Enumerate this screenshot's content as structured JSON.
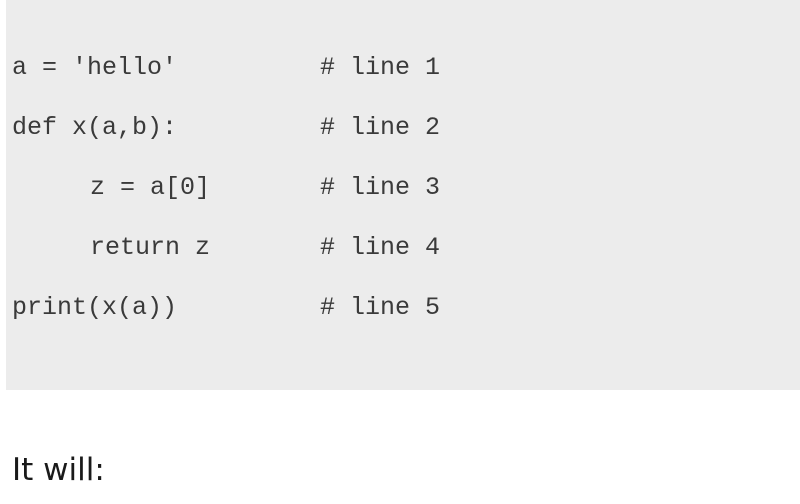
{
  "code": {
    "lines": [
      {
        "code": "a = 'hello'",
        "comment": "# line 1"
      },
      {
        "code": "def x(a,b):",
        "comment": "# line 2"
      },
      {
        "code": "z = a[0]",
        "comment": "# line 3"
      },
      {
        "code": "return z",
        "comment": "# line 4"
      },
      {
        "code": "print(x(a))",
        "comment": "# line 5"
      }
    ]
  },
  "prose": {
    "text": "It will:"
  }
}
